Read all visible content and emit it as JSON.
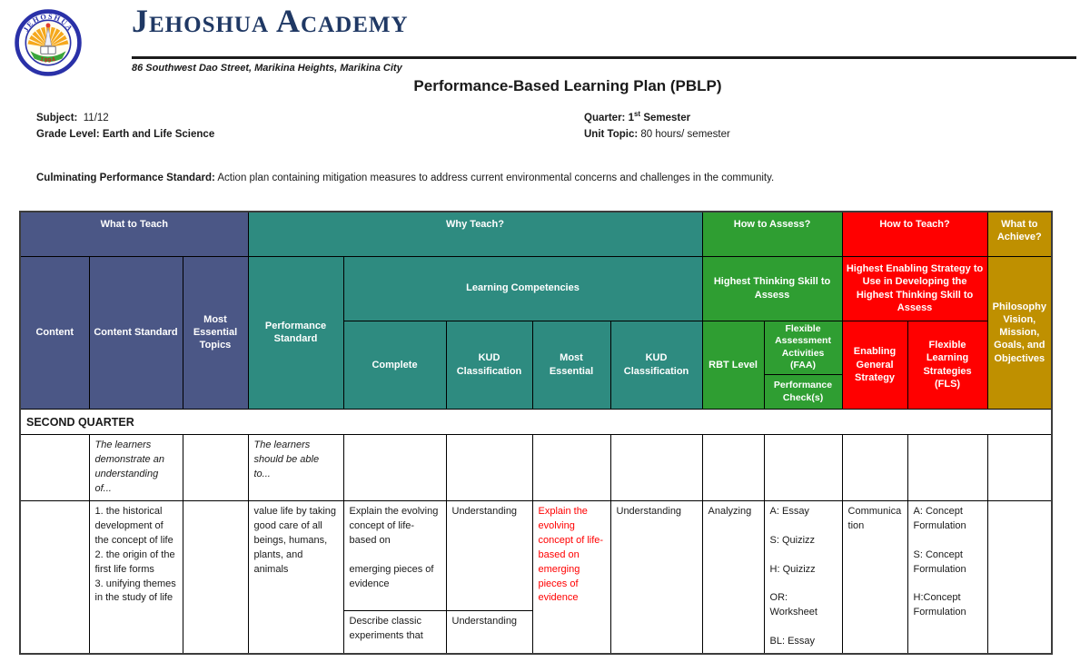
{
  "school": {
    "name": "Jehoshua Academy",
    "logo_text": "JEHOSHUA",
    "logo_year": "1994",
    "address": "86 Southwest Dao Street, Marikina Heights, Marikina City"
  },
  "document": {
    "title": "Performance-Based Learning Plan (PBLP)",
    "meta": {
      "subject_label": "Subject:",
      "subject_value": "11/12",
      "grade_label": "Grade Level:",
      "grade_value": "Earth and Life Science",
      "quarter_label": "Quarter:",
      "quarter_value_num": "1",
      "quarter_value_sup": "st",
      "quarter_value_rest": "Semester",
      "unit_label": "Unit Topic:",
      "unit_value": "80 hours/ semester"
    },
    "culminating_label": "Culminating Performance Standard:",
    "culminating_text": "Action plan containing mitigation measures to address current environmental concerns and challenges in the community."
  },
  "table": {
    "groups": {
      "what_to_teach": "What to Teach",
      "why_teach": "Why Teach?",
      "how_to_assess": "How to Assess?",
      "how_to_teach": "How to Teach?",
      "what_to_achieve": "What to Achieve?"
    },
    "headers": {
      "content": "Content",
      "content_standard": "Content Standard",
      "most_essential_topics": "Most Essential Topics",
      "performance_standard": "Performance Standard",
      "learning_competencies": "Learning Competencies",
      "complete": "Complete",
      "kud_classification": "KUD Classification",
      "most_essential": "Most Essential",
      "kud_classification_2": "KUD Classification",
      "highest_thinking_skill": "Highest Thinking Skill to Assess",
      "rbt_level": "RBT Level",
      "faa": "Flexible Assessment Activities (FAA)",
      "performance_checks": "Performance Check(s)",
      "highest_enabling_strategy": "Highest Enabling Strategy to Use in Developing the Highest Thinking Skill to Assess",
      "enabling_general_strategy": "Enabling General Strategy",
      "fls": "Flexible Learning Strategies (FLS)",
      "philosophy": "Philosophy Vision, Mission, Goals, and Objectives"
    },
    "section_title": "SECOND QUARTER",
    "rows": {
      "stem": {
        "content_standard_intro": "The learners demonstrate an understanding of...",
        "performance_standard_intro": "The learners should be able to..."
      },
      "data": {
        "content_standard": "1. the historical development of the concept of life\n2. the origin of the first life forms\n3. unifying themes in the study of life",
        "performance_standard": "value life by taking good care of all beings, humans, plants, and animals",
        "complete_1": "Explain the evolving concept of life-based on\n\nemerging pieces of evidence",
        "complete_2": "Describe classic experiments that",
        "kud_1": "Understanding",
        "kud_2": "Understanding",
        "most_essential": "Explain the evolving concept of life-based on emerging pieces of evidence",
        "kud_me": "Understanding",
        "rbt_level": "Analyzing",
        "faa": "A: Essay\n\nS: Quizizz\n\nH: Quizizz\n\nOR: Worksheet\n\nBL: Essay",
        "enabling_general_strategy": "Communication",
        "fls": "A: Concept Formulation\n\nS: Concept Formulation\n\nH:Concept Formulation"
      }
    },
    "colors": {
      "blue": "#4B5786",
      "teal": "#2E8B80",
      "green": "#2F9E32",
      "red": "#FF0000",
      "gold": "#BF9000"
    }
  }
}
